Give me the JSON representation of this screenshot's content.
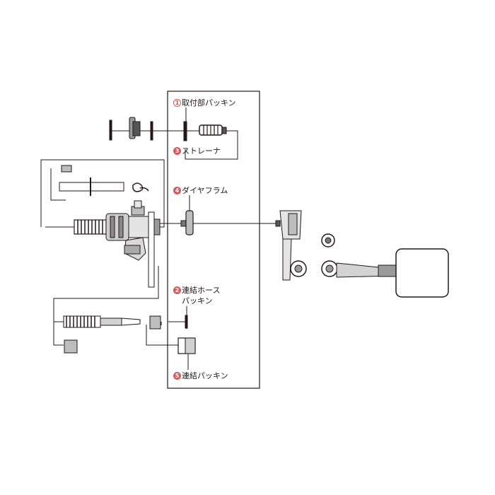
{
  "colors": {
    "line": "#231815",
    "accent": "#d9595c",
    "fill_light": "#d3d3d3",
    "fill_mid": "#9a9a9a",
    "fill_dark": "#555555"
  },
  "parts": [
    {
      "num": "1",
      "style": "outline",
      "name": "取付部パッキン"
    },
    {
      "num": "3",
      "style": "solid",
      "name": "ストレーナ"
    },
    {
      "num": "4",
      "style": "solid",
      "name": "ダイヤフラム"
    },
    {
      "num": "2",
      "style": "solid",
      "name": "連結ホース",
      "name2": "パッキン"
    },
    {
      "num": "5",
      "style": "solid",
      "name": "連結パッキン"
    }
  ]
}
